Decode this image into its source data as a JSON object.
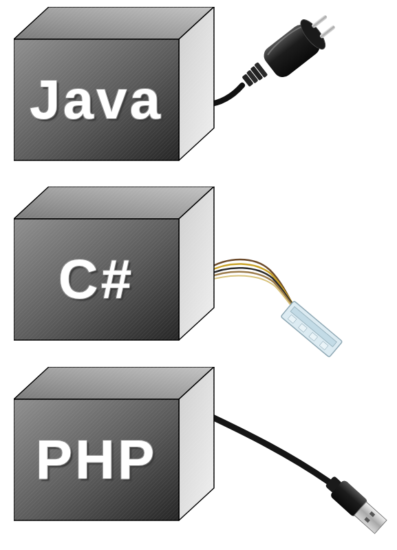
{
  "diagram": {
    "nodes": [
      {
        "text": [
          "Java"
        ]
      },
      {
        "text": [
          "C#"
        ]
      },
      {
        "text": [
          "PHP"
        ]
      }
    ]
  }
}
